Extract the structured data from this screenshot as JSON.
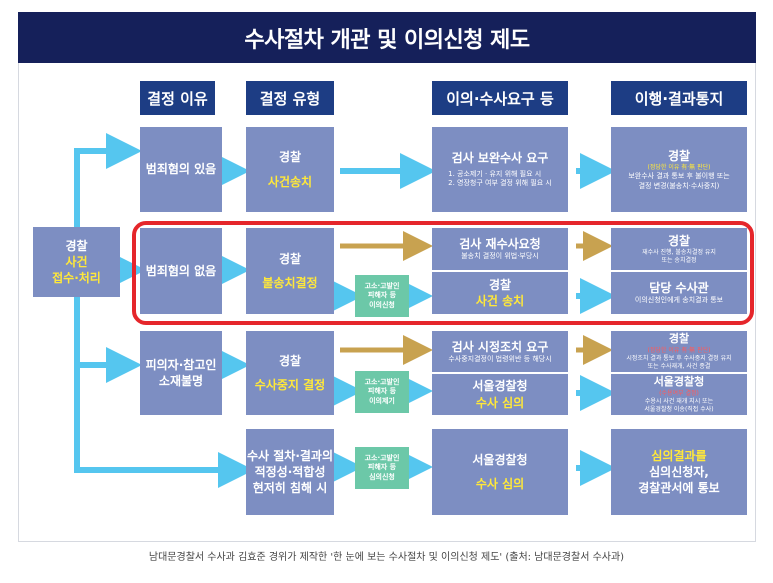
{
  "title": "수사절차 개관 및 이의신청 제도",
  "headers": {
    "reason": "결정 이유",
    "type": "결정 유형",
    "objection": "이의·수사요구 등",
    "result": "이행·결과통지"
  },
  "start": {
    "line1": "경찰",
    "line2": "사건",
    "line3": "접수·처리"
  },
  "reasons": {
    "suspected": "범죄혐의 있음",
    "not_suspected": "범죄혐의 없음",
    "unknown": "피의자·참고인\n소재불명"
  },
  "types": {
    "row1": {
      "label": "경찰",
      "value": "사건송치"
    },
    "row2": {
      "label": "경찰",
      "value": "불송치결정"
    },
    "row3": {
      "label": "경찰",
      "value": "수사중지 결정"
    },
    "row4": {
      "text": "수사 절차·결과의\n적정성·적합성\n현저히 침해 시"
    }
  },
  "green_boxes": {
    "row2": "고소·고발인\n피해자 등\n이의신청",
    "row3": "고소·고발인\n피해자 등\n이의제기",
    "row4": "고소·고발인\n피해자 등\n심의신청"
  },
  "objections": {
    "row1": {
      "title": "검사 보완수사 요구",
      "detail": "1. 공소제기 · 유지 위해 필요 시\n2. 영장청구 여부 결정 위해 필요 시"
    },
    "row2_top": {
      "title": "검사 재수사요청",
      "detail": "불송치 결정이 위법·부당시"
    },
    "row2_bottom": {
      "label": "경찰",
      "value": "사건 송치"
    },
    "row3_top": {
      "title": "검사 시정조치 요구",
      "detail": "수사중지결정이 법령위반 등 해당시"
    },
    "row3_bottom": {
      "label": "서울경찰청",
      "value": "수사 심의"
    },
    "row4": {
      "label": "서울경찰청",
      "value": "수사 심의"
    }
  },
  "results": {
    "row1": {
      "title": "경찰",
      "note": "(정당한 이유 有·無 판단)",
      "detail": "보완수사 결과 통보 후 불이행 또는\n결정 변경(불송치·수사중지)"
    },
    "row2_top": {
      "title": "경찰",
      "detail": "재수사 진행, 불송치결정 유지\n또는 송치결정"
    },
    "row2_bottom": {
      "title": "담당 수사관",
      "detail": "이의신청인에게 송치결과 통보"
    },
    "row3_top": {
      "title": "경찰",
      "note": "(정당한 이유 有·無 판단)",
      "detail": "시정조치 결과 통보 후 수사중지 결정 유지\n또는 수사재개, 사건 종결"
    },
    "row3_bottom": {
      "title": "서울경찰청",
      "note": "(수용여부 결정)",
      "detail": "수용시 사건 재개 지시 또는\n서울경찰청 이송(직접 수사)"
    },
    "row4": {
      "line1": "심의결과를",
      "line2": "심의신청자,",
      "line3": "경찰관서에 통보"
    }
  },
  "caption": "남대문경찰서 수사과 김효준 경위가 제작한 '한 눈에 보는 수사절차 및 이의신청 제도' (출처: 남대문경찰서 수사과)",
  "colors": {
    "title_bg": "#15205a",
    "header_bg": "#1d3d84",
    "box_bg": "#7d8ec2",
    "highlight_text": "#ffe83a",
    "arrow_blue": "#55c6ef",
    "arrow_gold": "#c8a250",
    "green_box": "#6cc8a8",
    "red_frame": "#e5262b"
  }
}
